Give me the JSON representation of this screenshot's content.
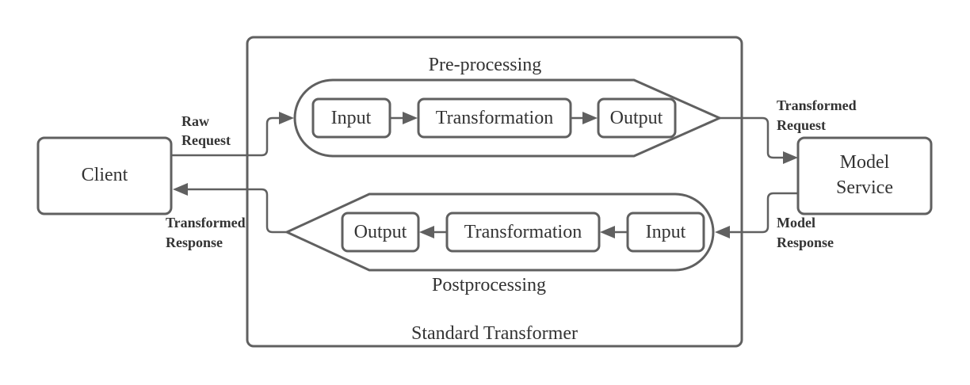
{
  "container": {
    "label": "Standard Transformer"
  },
  "client": {
    "label": "Client"
  },
  "model_service": {
    "line1": "Model",
    "line2": "Service"
  },
  "preprocessing": {
    "label": "Pre-processing",
    "steps": [
      "Input",
      "Transformation",
      "Output"
    ]
  },
  "postprocessing": {
    "label": "Postprocessing",
    "steps": [
      "Output",
      "Transformation",
      "Input"
    ]
  },
  "edges": {
    "raw_request": [
      "Raw",
      "Request"
    ],
    "transformed_request": [
      "Transformed",
      "Request"
    ],
    "model_response": [
      "Model",
      "Response"
    ],
    "transformed_response": [
      "Transformed",
      "Response"
    ]
  },
  "colors": {
    "stroke": "#606060",
    "text": "#333333",
    "background": "#ffffff"
  }
}
